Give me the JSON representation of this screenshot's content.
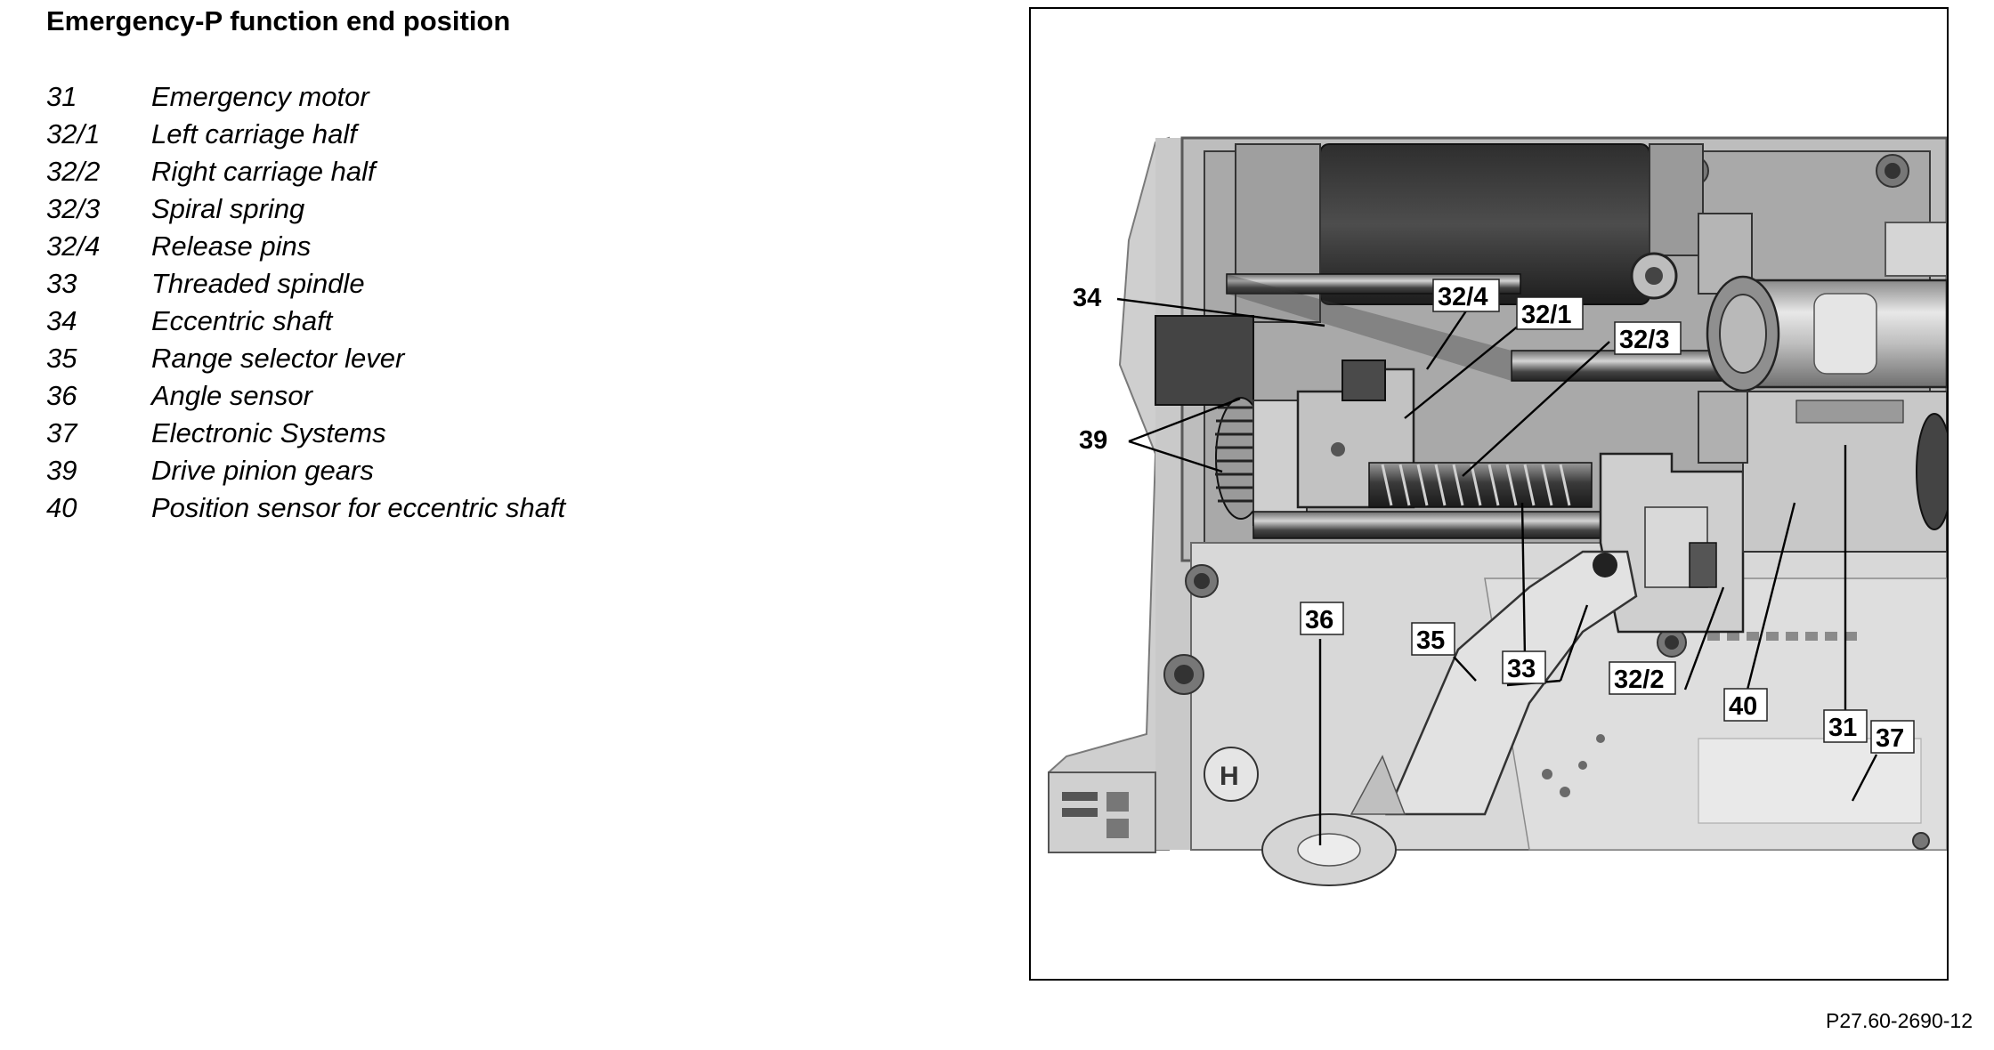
{
  "title": "Emergency-P function end position",
  "legend": [
    {
      "num": "31",
      "text": "Emergency motor"
    },
    {
      "num": "32/1",
      "text": "Left carriage half"
    },
    {
      "num": "32/2",
      "text": "Right carriage half"
    },
    {
      "num": "32/3",
      "text": "Spiral spring"
    },
    {
      "num": "32/4",
      "text": "Release pins"
    },
    {
      "num": "33",
      "text": "Threaded spindle"
    },
    {
      "num": "34",
      "text": "Eccentric shaft"
    },
    {
      "num": "35",
      "text": "Range selector lever"
    },
    {
      "num": "36",
      "text": "Angle sensor"
    },
    {
      "num": "37",
      "text": "Electronic Systems"
    },
    {
      "num": "39",
      "text": "Drive pinion gears"
    },
    {
      "num": "40",
      "text": "Position sensor for eccentric shaft"
    }
  ],
  "figure": {
    "callouts": {
      "c34": "34",
      "c32_4": "32/4",
      "c32_1": "32/1",
      "c32_3": "32/3",
      "c39": "39",
      "c36": "36",
      "c35": "35",
      "c33": "33",
      "c32_2": "32/2",
      "c40": "40",
      "c31": "31",
      "c37": "37"
    },
    "reference": "P27.60-2690-12"
  }
}
